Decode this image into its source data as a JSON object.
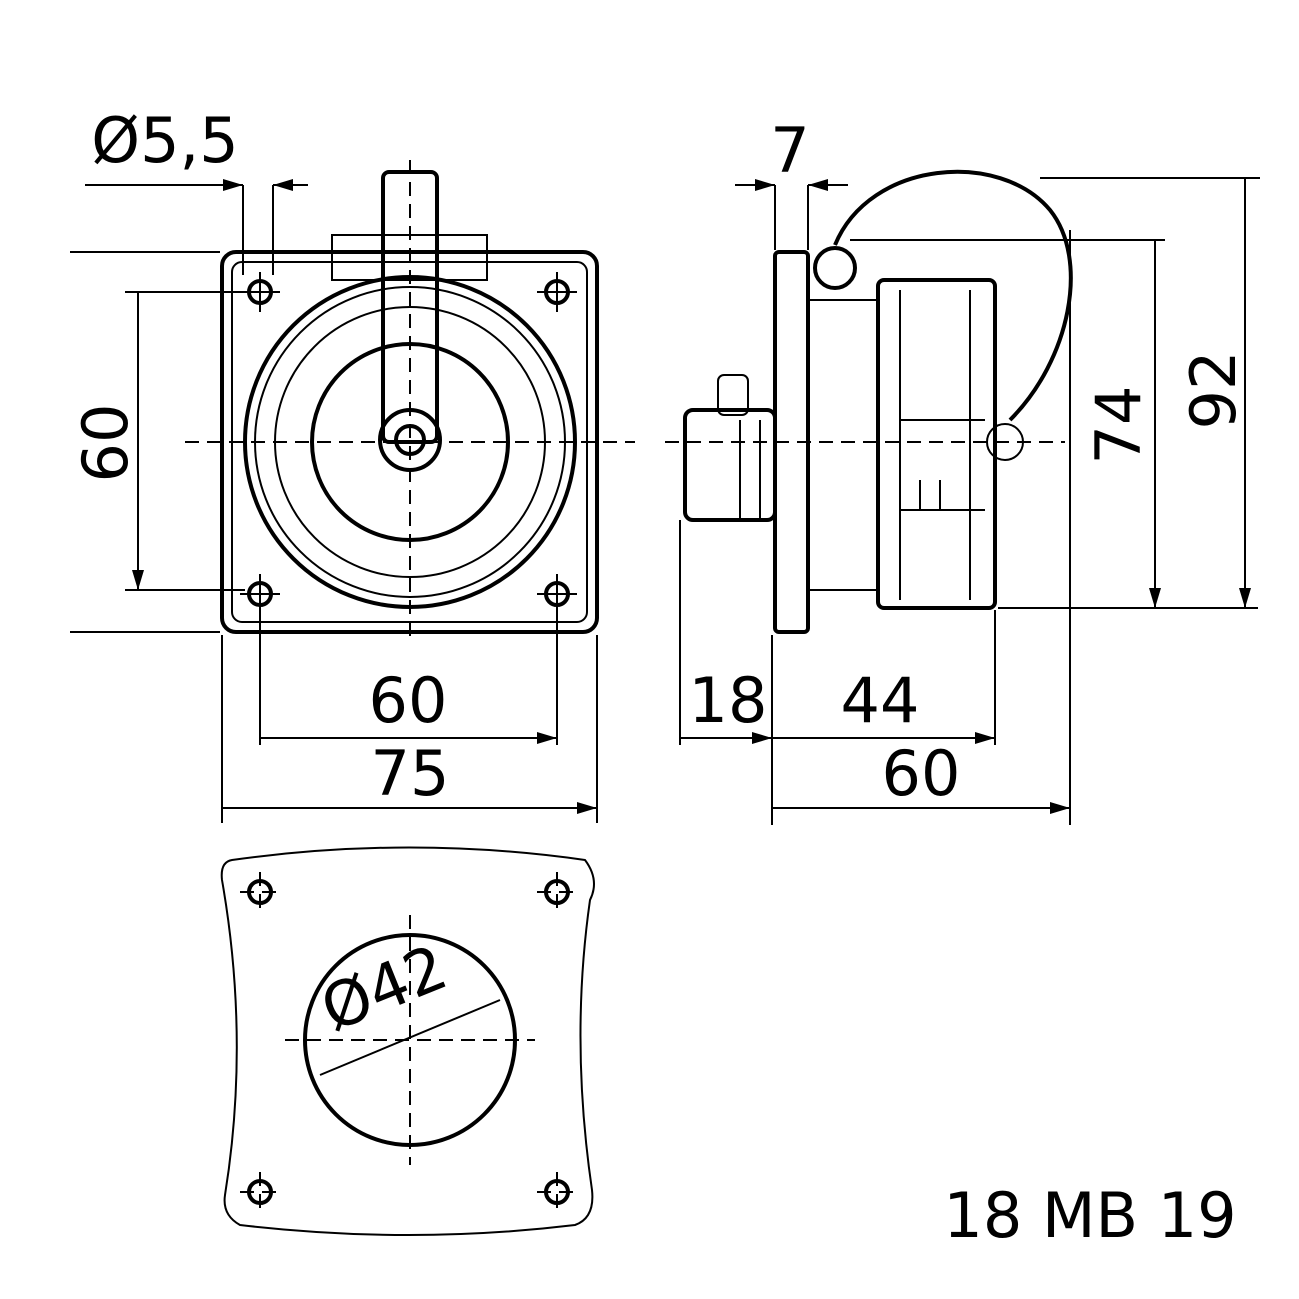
{
  "drawing": {
    "model_code": "18 MB 19",
    "front_view": {
      "hole_diameter": "Ø5,5",
      "hole_spacing_vertical": "60",
      "hole_spacing_horizontal": "60",
      "plate_width": "75"
    },
    "side_view": {
      "flange_thickness": "7",
      "rear_depth": "18",
      "front_depth": "44",
      "total_depth": "60",
      "body_height": "74",
      "total_height": "92"
    },
    "cutout_view": {
      "cutout_diameter": "Ø42"
    }
  }
}
